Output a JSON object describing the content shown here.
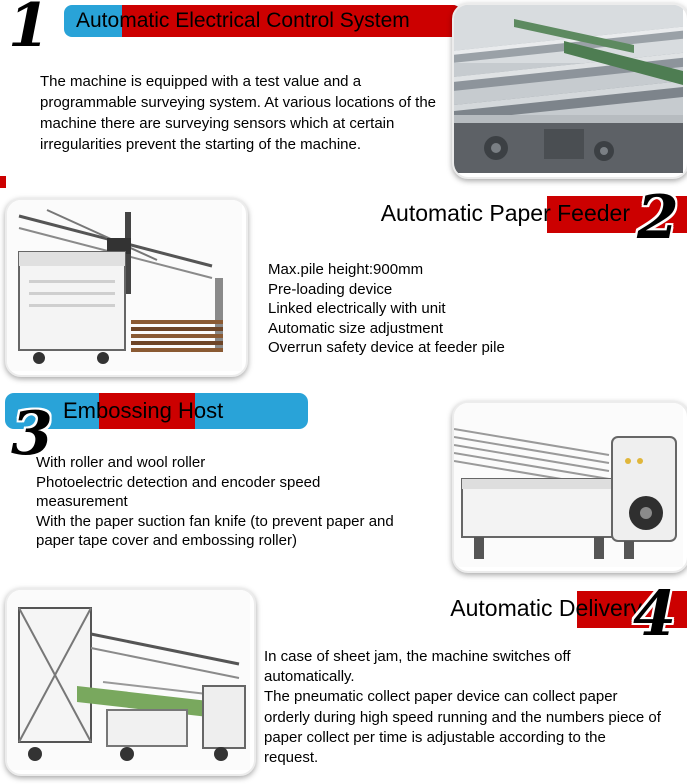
{
  "colors": {
    "blue": "#29a3d8",
    "red": "#cc0000",
    "number": "#000000"
  },
  "sections": [
    {
      "number": "1",
      "title": "Automatic Electrical Control System",
      "lines": [
        "The machine is equipped with a test value and a",
        "programmable surveying system. At various locations of the",
        "machine there are surveying sensors which at certain",
        "irregularities prevent the starting of the machine."
      ],
      "image": "electrical-control-system-photo"
    },
    {
      "number": "2",
      "title": "Automatic Paper Feeder",
      "lines": [
        "Max.pile height:900mm",
        "Pre-loading device",
        "Linked electrically with unit",
        "Automatic size adjustment",
        "Overrun safety device at feeder pile"
      ],
      "image": "paper-feeder-photo"
    },
    {
      "number": "3",
      "title": "Embossing Host",
      "lines": [
        "With roller and wool roller",
        "Photoelectric detection and encoder speed",
        "measurement",
        "With the paper suction fan knife (to prevent paper and",
        "paper tape cover and embossing roller)"
      ],
      "image": "embossing-host-photo"
    },
    {
      "number": "4",
      "title": "Automatic Delivery",
      "lines": [
        "In case of sheet jam, the machine switches off",
        "automatically.",
        "The pneumatic collect paper device can collect paper",
        "orderly during high speed running and the numbers piece of",
        "paper collect per time is adjustable according to the",
        "request."
      ],
      "image": "delivery-photo"
    }
  ]
}
